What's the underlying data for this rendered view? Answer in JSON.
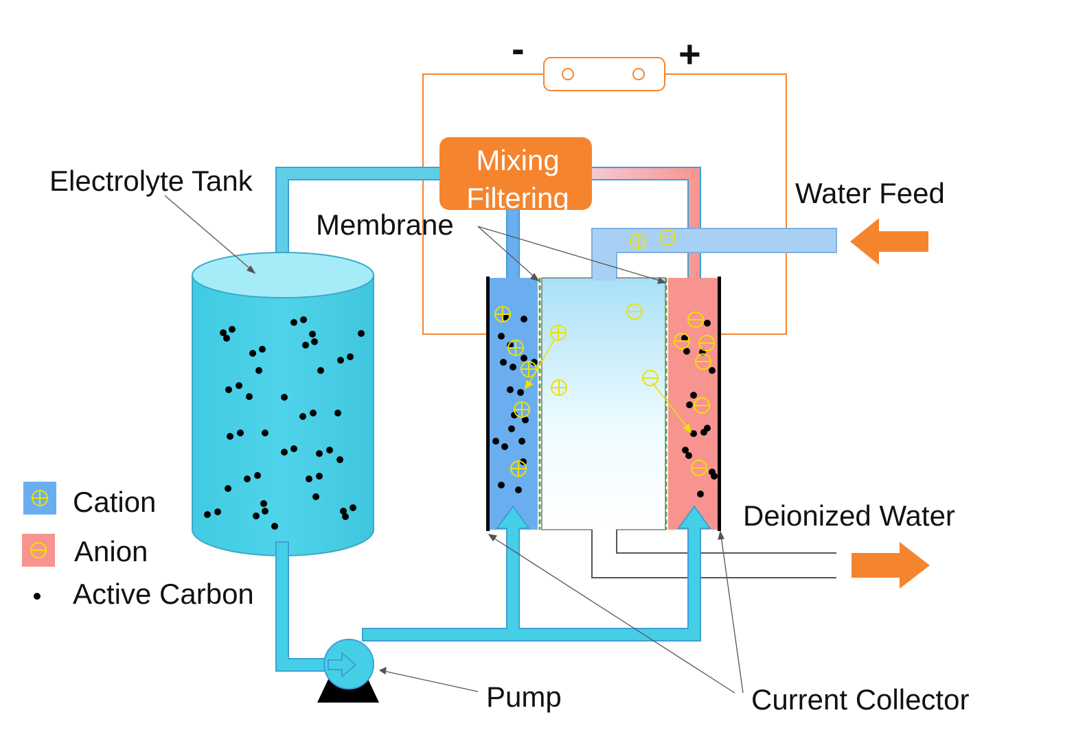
{
  "labels": {
    "electrolyte_tank": "Electrolyte Tank",
    "mixing": "Mixing",
    "filtering": "Filtering",
    "membrane": "Membrane",
    "water_feed": "Water Feed",
    "deionized_water": "Deionized Water",
    "pump": "Pump",
    "current_collector": "Current Collector",
    "power_minus": "-",
    "power_plus": "+"
  },
  "legend": [
    {
      "symbol": "⊕",
      "label": "Cation",
      "color": "#6aaef0"
    },
    {
      "symbol": "⊖",
      "label": "Anion",
      "color": "#f7948f"
    },
    {
      "symbol": "•",
      "label": "Active Carbon",
      "color": "#000000"
    }
  ],
  "colors": {
    "electrolyte": "#45cfe6",
    "electrolyte_top": "#a6ecf8",
    "cathode": "#6aaef0",
    "anode": "#f7948f",
    "mixing_box": "#f5842e",
    "arrow_orange": "#f5842e",
    "wire": "#f5842e",
    "ion_yellow": "#f0e000",
    "feed_pipe": "#a8d0f5"
  }
}
